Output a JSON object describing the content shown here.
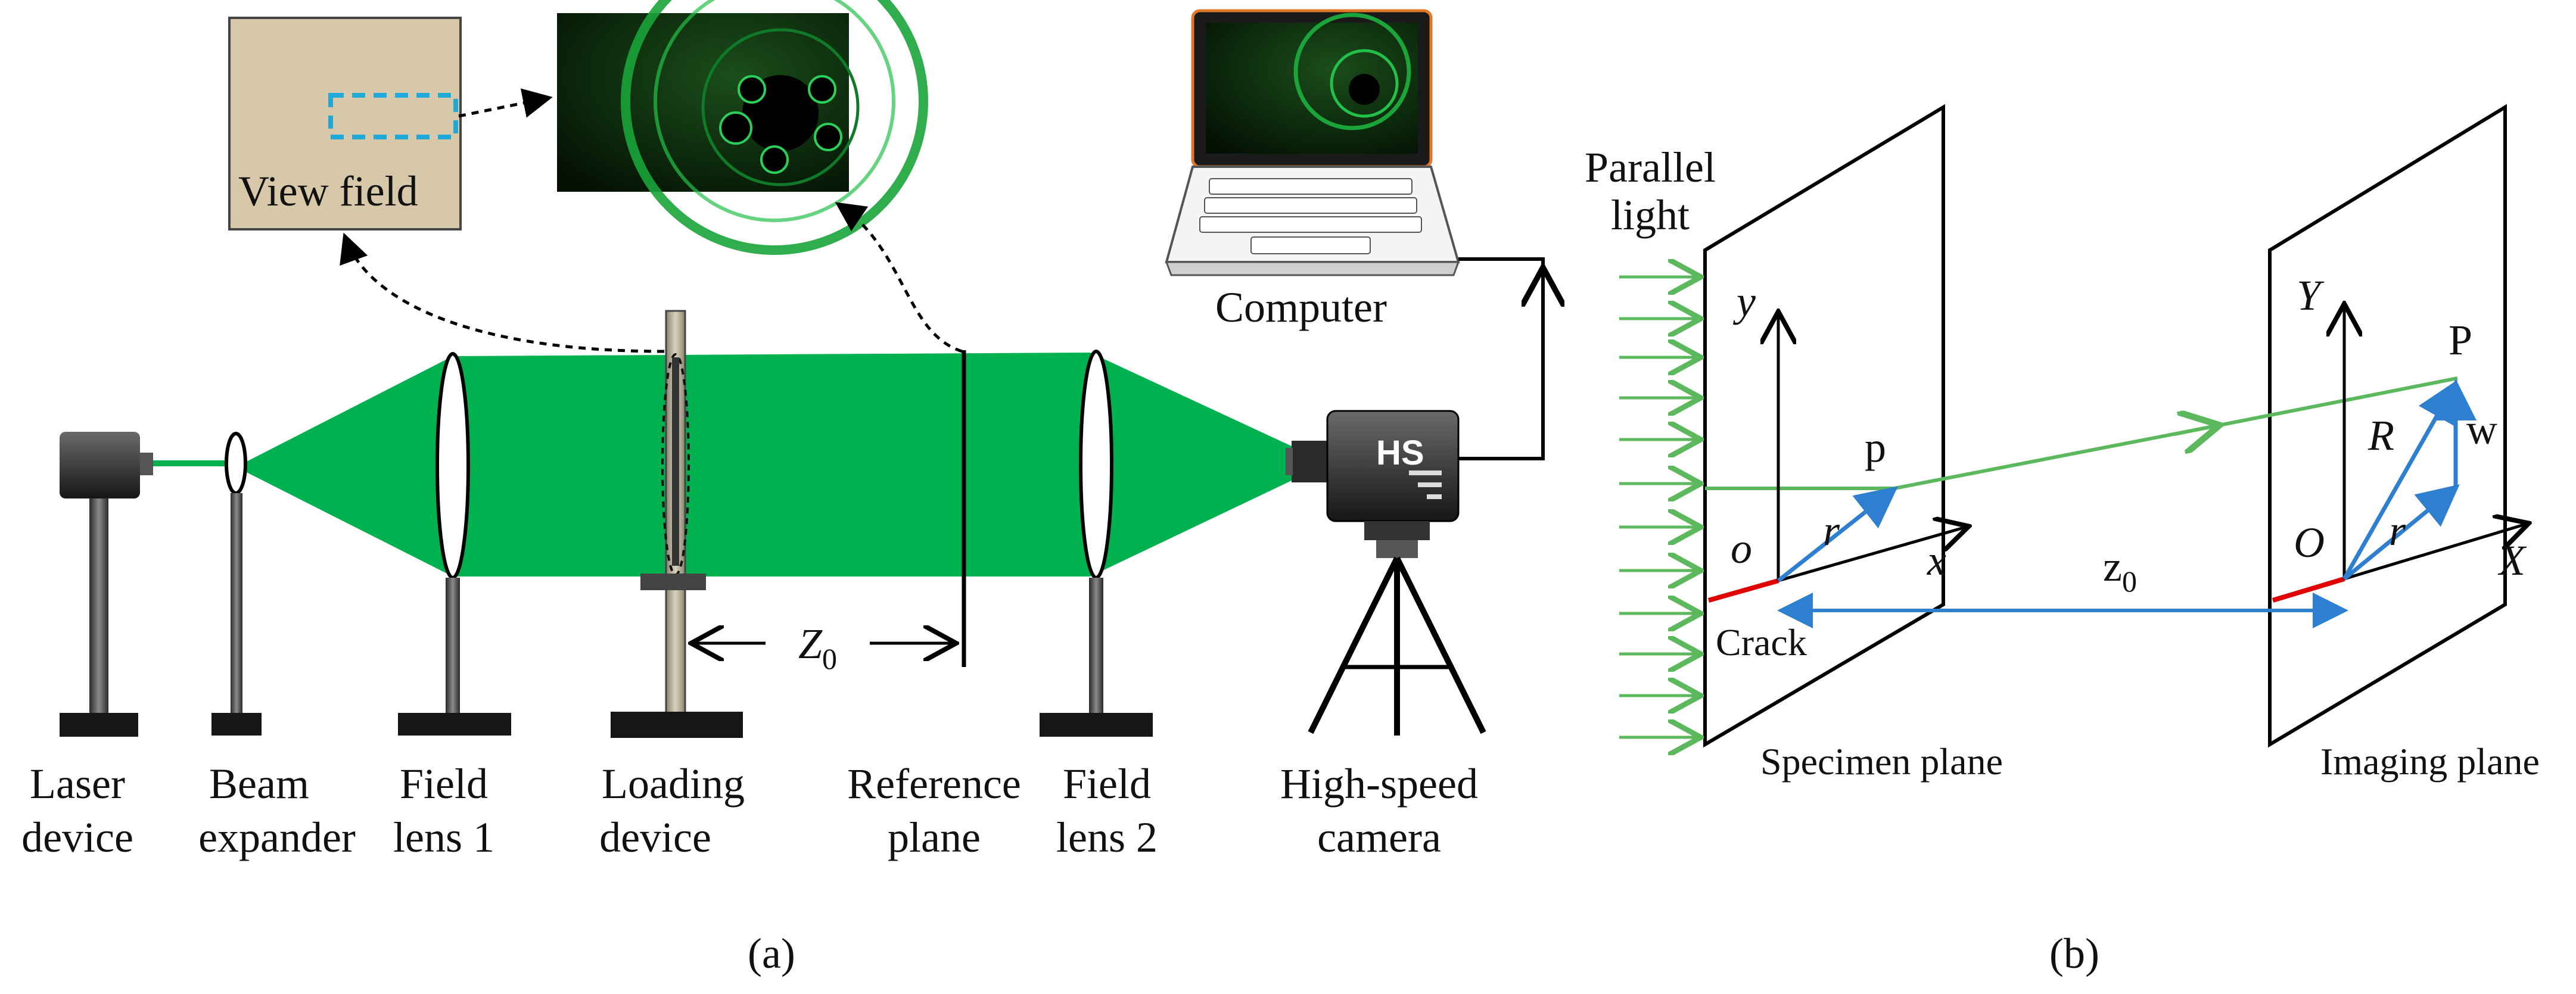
{
  "panel_a": {
    "caption": "(a)",
    "components": {
      "laser": [
        "Laser",
        "device"
      ],
      "expander": [
        "Beam",
        "expander"
      ],
      "lens1": [
        "Field",
        "lens 1"
      ],
      "loading": [
        "Loading",
        "device"
      ],
      "reference": [
        "Reference",
        "plane"
      ],
      "lens2": [
        "Field",
        "lens 2"
      ],
      "camera": [
        "High-speed",
        "camera"
      ]
    },
    "view_field": "View field",
    "computer": "Computer",
    "camera_badge": "HS",
    "distance_label": "Z",
    "distance_sub": "0"
  },
  "panel_b": {
    "caption": "(b)",
    "parallel_light": [
      "Parallel",
      "light"
    ],
    "specimen_plane": "Specimen plane",
    "imaging_plane": "Imaging plane",
    "crack": "Crack",
    "specimen_axes": {
      "origin": "o",
      "x": "x",
      "y": "y",
      "r": "r",
      "point": "p"
    },
    "imaging_axes": {
      "origin": "O",
      "x": "X",
      "y": "Y",
      "r": "r",
      "R": "R",
      "w": "w",
      "point": "P"
    },
    "distance_label": "z",
    "distance_sub": "0"
  },
  "colors": {
    "beam_green": "#00b14f",
    "ray_green": "#5cb85c",
    "vector_blue": "#2e7fd0",
    "crack_red": "#e00000",
    "view_box_fill": "#d6c8a8",
    "view_box_roi": "#1ea9d8"
  }
}
